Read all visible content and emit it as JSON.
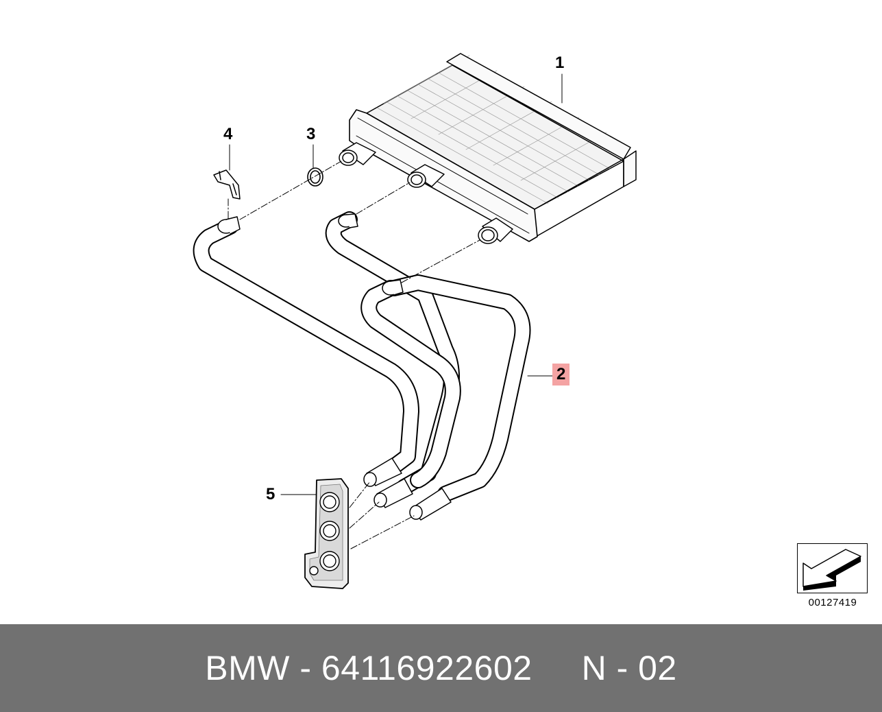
{
  "callouts": [
    {
      "id": "1",
      "label": "1",
      "highlighted": false
    },
    {
      "id": "2",
      "label": "2",
      "highlighted": true
    },
    {
      "id": "3",
      "label": "3",
      "highlighted": false
    },
    {
      "id": "4",
      "label": "4",
      "highlighted": false
    },
    {
      "id": "5",
      "label": "5",
      "highlighted": false
    }
  ],
  "diagram_number": "00127419",
  "footer": {
    "brand": "BMW",
    "separator": " - ",
    "part_number": "64116922602",
    "gap": "     ",
    "position_code": "N - 02"
  },
  "colors": {
    "highlight": "#f4a3a3",
    "footer_bg": "#717171",
    "footer_text": "#ffffff",
    "line": "#000000"
  },
  "icons": {
    "reference": "orientation-arrow-icon"
  }
}
